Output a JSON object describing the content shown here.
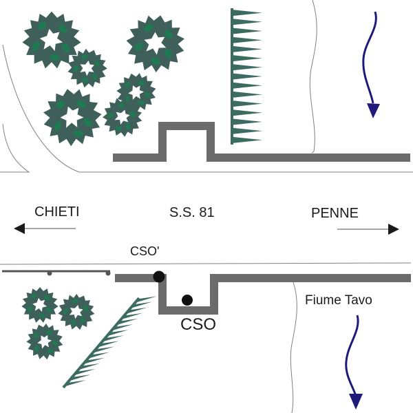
{
  "diagram": {
    "title": "Schema planimetrico S.S. 81 - Fiume Tavo",
    "road": {
      "label": "S.S. 81"
    },
    "directions": [
      {
        "label": "CHIETI",
        "direction": "left"
      },
      {
        "label": "PENNE",
        "direction": "right"
      }
    ],
    "points": [
      {
        "label": "CSO'"
      },
      {
        "label": "CSO"
      }
    ],
    "river": {
      "label": "Fiume Tavo",
      "flow": "down"
    },
    "legend_elements": [
      "tree",
      "hedge",
      "wall",
      "river-flow-arrow"
    ],
    "colors": {
      "tree_dark": "#3f5f5a",
      "tree_light": "#1e7a50",
      "hedge": "#3c6b60",
      "wall": "#6b6b6b",
      "river_arrow": "#1f1a7a",
      "line": "#808080",
      "text": "#1a1a1a",
      "dot": "#111111"
    }
  }
}
